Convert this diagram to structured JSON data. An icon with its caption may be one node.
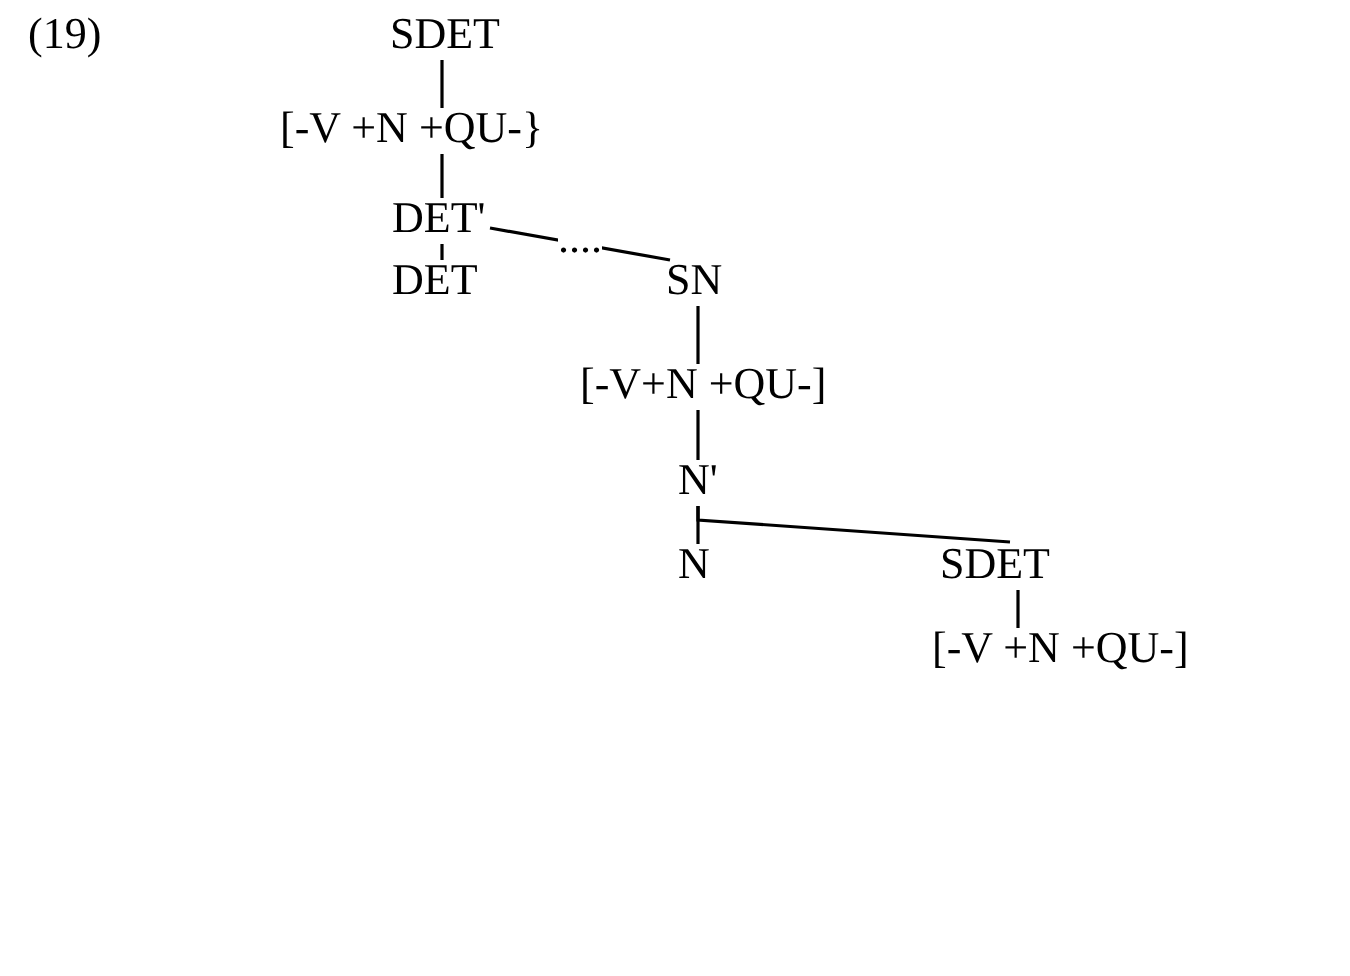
{
  "diagram": {
    "nodes": [
      {
        "text": [
          "SDET"
        ]
      },
      {
        "text": [
          "[-V +N +QU-}"
        ]
      },
      {
        "text": [
          "DET'"
        ]
      },
      {
        "text": [
          "DET"
        ]
      },
      {
        "text": [
          "SN"
        ]
      },
      {
        "text": [
          "[-V+N +QU-]"
        ]
      },
      {
        "text": [
          "N'"
        ]
      },
      {
        "text": [
          "N"
        ]
      },
      {
        "text": [
          "SDET"
        ]
      },
      {
        "text": [
          "[-V +N +QU-]"
        ]
      }
    ],
    "edges": [
      {
        "from": 0,
        "to": 1,
        "arrow": "none"
      },
      {
        "from": 1,
        "to": 2,
        "arrow": "none"
      },
      {
        "from": 2,
        "to": 3,
        "arrow": "none"
      },
      {
        "from": 2,
        "to": 4,
        "arrow": "none",
        "label": "...."
      },
      {
        "from": 4,
        "to": 5,
        "arrow": "none"
      },
      {
        "from": 5,
        "to": 6,
        "arrow": "none"
      },
      {
        "from": 6,
        "to": 7,
        "arrow": "none"
      },
      {
        "from": 6,
        "to": 8,
        "arrow": "none"
      },
      {
        "from": 8,
        "to": 9,
        "arrow": "none"
      }
    ],
    "labels": [
      "(19)"
    ]
  }
}
